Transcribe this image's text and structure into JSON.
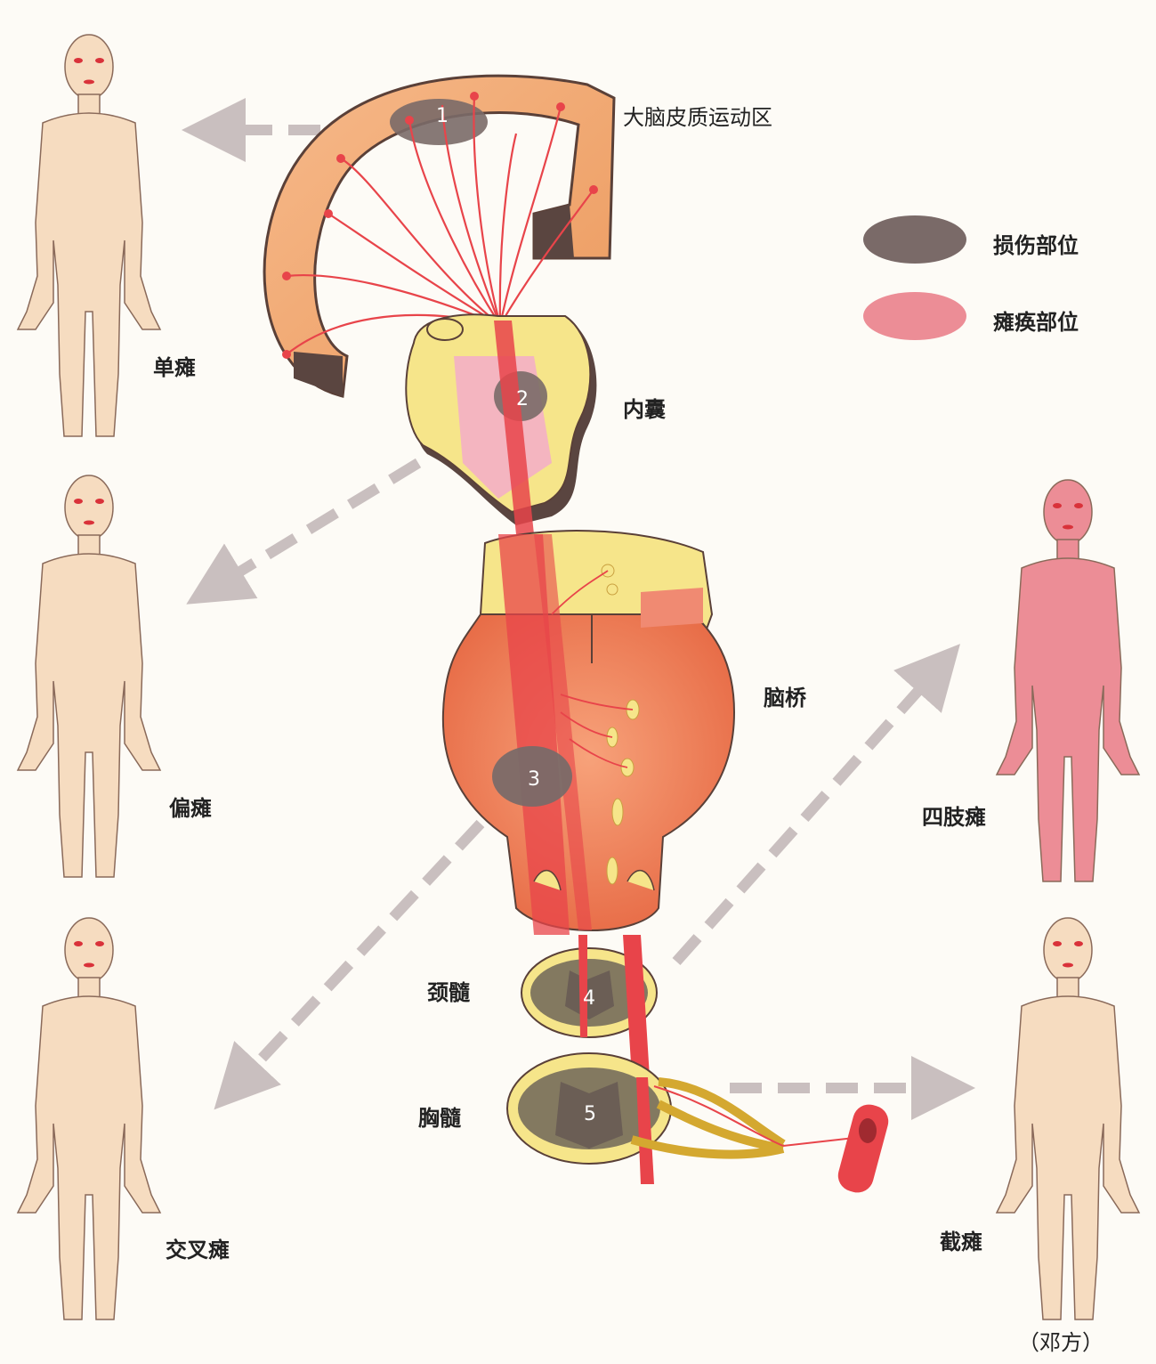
{
  "structures": {
    "cortex": "大脑皮质运动区",
    "internal_capsule": "内囊",
    "pons": "脑桥",
    "cervical_cord": "颈髓",
    "thoracic_cord": "胸髓"
  },
  "lesion_markers": [
    "1",
    "2",
    "3",
    "4",
    "5"
  ],
  "legend": [
    {
      "label": "损伤部位",
      "color": "#7a6a68"
    },
    {
      "label": "瘫痪部位",
      "color": "#ec8d96"
    }
  ],
  "paralysis_types": {
    "monoplegia": "单瘫",
    "hemiplegia": "偏瘫",
    "crossed": "交叉瘫",
    "quadriplegia": "四肢瘫",
    "paraplegia": "截瘫"
  },
  "credit": "（邓方）",
  "colors": {
    "skin": "#f6dcc0",
    "paralysis": "#ec8d96",
    "lesion": "#7a6a68",
    "tract": "#e8444a",
    "cortex": "#f0a56a",
    "yellow": "#f6e58a",
    "pons": "#f08a5c",
    "arrow": "#c9bfbf"
  }
}
